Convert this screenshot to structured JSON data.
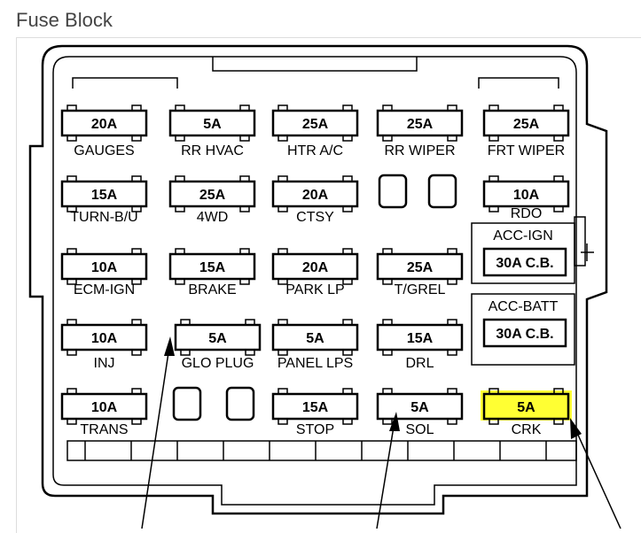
{
  "title": "Fuse Block",
  "highlight_color": "#ffff33",
  "fuses": [
    {
      "rating": "20A",
      "label": "GAUGES",
      "highlighted": false
    },
    {
      "rating": "5A",
      "label": "RR HVAC",
      "highlighted": false
    },
    {
      "rating": "25A",
      "label": "HTR A/C",
      "highlighted": false
    },
    {
      "rating": "25A",
      "label": "RR WIPER",
      "highlighted": false
    },
    {
      "rating": "25A",
      "label": "FRT WIPER",
      "highlighted": false
    },
    {
      "rating": "15A",
      "label": "TURN-B/U",
      "highlighted": false
    },
    {
      "rating": "25A",
      "label": "4WD",
      "highlighted": false
    },
    {
      "rating": "20A",
      "label": "CTSY",
      "highlighted": false
    },
    {
      "rating": "10A",
      "label": "RDO",
      "highlighted": false
    },
    {
      "rating": "10A",
      "label": "ECM-IGN",
      "highlighted": false
    },
    {
      "rating": "15A",
      "label": "BRAKE",
      "highlighted": false
    },
    {
      "rating": "20A",
      "label": "PARK LP",
      "highlighted": false
    },
    {
      "rating": "25A",
      "label": "T/GREL",
      "highlighted": false
    },
    {
      "rating": "10A",
      "label": "INJ",
      "highlighted": false
    },
    {
      "rating": "5A",
      "label": "GLO PLUG",
      "highlighted": false
    },
    {
      "rating": "5A",
      "label": "PANEL LPS",
      "highlighted": false
    },
    {
      "rating": "15A",
      "label": "DRL",
      "highlighted": false
    },
    {
      "rating": "10A",
      "label": "TRANS",
      "highlighted": false
    },
    {
      "rating": "15A",
      "label": "STOP",
      "highlighted": false
    },
    {
      "rating": "5A",
      "label": "SOL",
      "highlighted": false
    },
    {
      "rating": "5A",
      "label": "CRK",
      "highlighted": true
    }
  ],
  "breakers": [
    {
      "label": "ACC-IGN",
      "rating": "30A C.B."
    },
    {
      "label": "ACC-BATT",
      "rating": "30A C.B."
    }
  ]
}
